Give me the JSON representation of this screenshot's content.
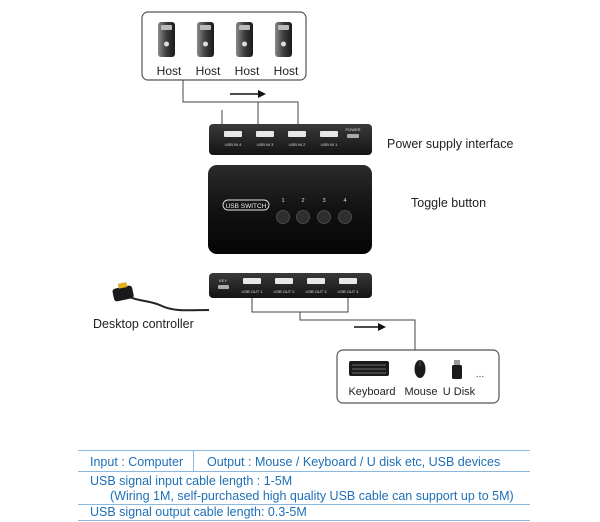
{
  "hosts": {
    "labels": [
      "Host",
      "Host",
      "Host",
      "Host"
    ]
  },
  "top_panel": {
    "ports": [
      "USB IN 4",
      "USB IN 3",
      "USB IN 2",
      "USB IN 1"
    ],
    "power_label": "POWER"
  },
  "device": {
    "brand_label": "USB SWITCH",
    "button_numbers": [
      "1",
      "2",
      "3",
      "4"
    ]
  },
  "bottom_panel": {
    "key_label": "KEY",
    "ports": [
      "USB OUT 1",
      "USB OUT 2",
      "USB OUT 3",
      "USB OUT 4"
    ]
  },
  "callouts": {
    "power_supply": "Power supply interface",
    "toggle_button": "Toggle button",
    "desktop_controller": "Desktop controller"
  },
  "devices": {
    "labels": [
      "Keyboard",
      "Mouse",
      "U Disk",
      "..."
    ]
  },
  "info_table": {
    "input": "Input : Computer",
    "output": "Output : Mouse / Keyboard / U disk etc, USB devices",
    "line1": "USB signal input cable length : 1-5M",
    "line2": "(Wiring 1M, self-purchased high quality USB cable can support up to 5M)",
    "line3": "USB signal output cable length: 0.3-5M"
  },
  "colors": {
    "accent_blue": "#1e6fb8",
    "device_black": "#111111",
    "panel_dark": "#1c1c1c"
  }
}
